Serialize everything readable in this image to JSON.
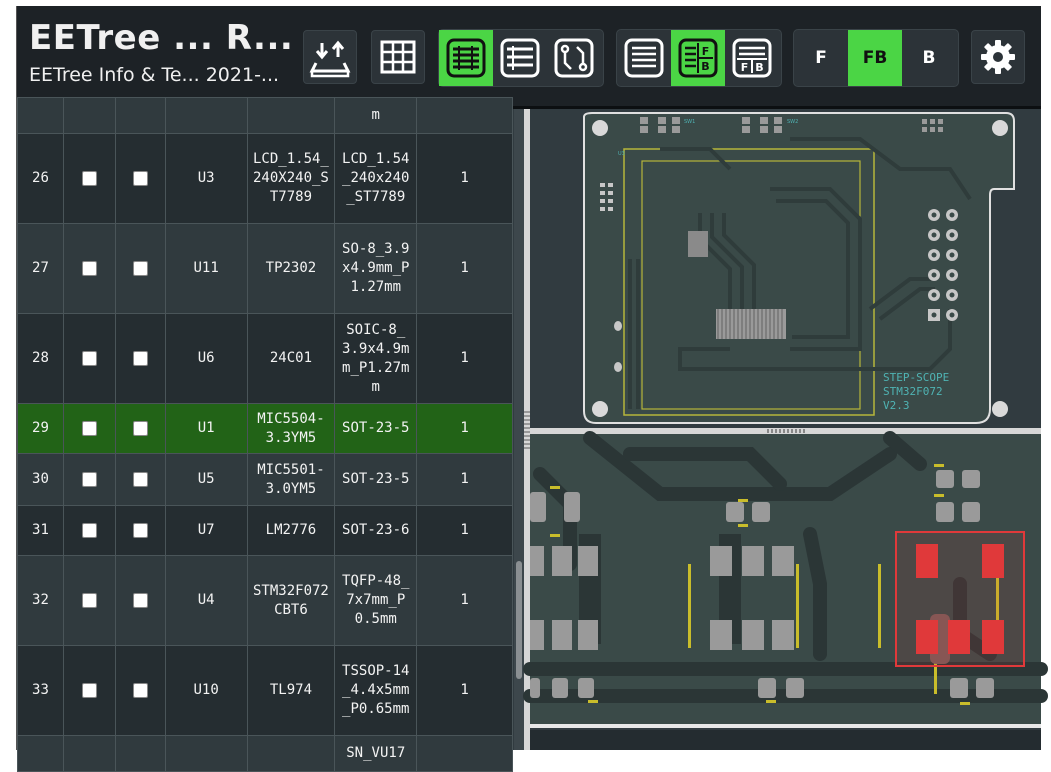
{
  "header": {
    "title": "EETree ... R...",
    "subtitle": "EETree Info & Te... 2021-..."
  },
  "toolbar": {
    "buttons": [
      {
        "name": "upload-button",
        "icon": "file-upload-icon"
      },
      {
        "name": "grid-button",
        "icon": "grid-icon"
      }
    ],
    "layout_group": [
      {
        "name": "bom-only",
        "icon": "bom-only-icon",
        "active": true
      },
      {
        "name": "bom-left-drawings-right",
        "icon": "bom-left-icon",
        "active": false
      },
      {
        "name": "pcb-only",
        "icon": "pcb-only-icon",
        "active": false
      }
    ],
    "bom_mode_group": [
      {
        "name": "bom-list",
        "icon": "list-icon",
        "active": false
      },
      {
        "name": "bom-fb-split",
        "icon": "fb-split-icon",
        "active": true,
        "letters": [
          "F",
          "B"
        ]
      },
      {
        "name": "bom-fb-stacked",
        "icon": "fb-stacked-icon",
        "active": false,
        "letters": [
          "F",
          "B"
        ]
      }
    ],
    "layer_group": [
      {
        "label": "F",
        "active": false
      },
      {
        "label": "FB",
        "active": true
      },
      {
        "label": "B",
        "active": false
      }
    ],
    "settings_icon": "gear-icon"
  },
  "bom": {
    "rows": [
      {
        "index": "",
        "ref": "",
        "value": "",
        "footprint": "m",
        "qty": "",
        "style": "odd"
      },
      {
        "index": "26",
        "ref": "U3",
        "value": "LCD_1.54_240X240_ST7789",
        "footprint": "LCD_1.54_240x240_ST7789",
        "qty": "1",
        "style": "even"
      },
      {
        "index": "27",
        "ref": "U11",
        "value": "TP2302",
        "footprint": "SO-8_3.9x4.9mm_P1.27mm",
        "qty": "1",
        "style": "odd"
      },
      {
        "index": "28",
        "ref": "U6",
        "value": "24C01",
        "footprint": "SOIC-8_3.9x4.9mm_P1.27mm",
        "qty": "1",
        "style": "even"
      },
      {
        "index": "29",
        "ref": "U1",
        "value": "MIC5504-3.3YM5",
        "footprint": "SOT-23-5",
        "qty": "1",
        "style": "highlight"
      },
      {
        "index": "30",
        "ref": "U5",
        "value": "MIC5501-3.0YM5",
        "footprint": "SOT-23-5",
        "qty": "1",
        "style": "odd"
      },
      {
        "index": "31",
        "ref": "U7",
        "value": "LM2776",
        "footprint": "SOT-23-6",
        "qty": "1",
        "style": "even"
      },
      {
        "index": "32",
        "ref": "U4",
        "value": "STM32F072CBT6",
        "footprint": "TQFP-48_7x7mm_P0.5mm",
        "qty": "1",
        "style": "odd"
      },
      {
        "index": "33",
        "ref": "U10",
        "value": "TL974",
        "footprint": "TSSOP-14_4.4x5mm_P0.65mm",
        "qty": "1",
        "style": "even"
      },
      {
        "index": "",
        "ref": "",
        "value": "",
        "footprint": "SN_VU17",
        "qty": "",
        "style": "odd"
      }
    ]
  },
  "pcb_front": {
    "silk_text": [
      "STEP-SCOPE",
      "STM32F072",
      "V2.3"
    ],
    "labels": [
      "SW1",
      "SW2",
      "U3"
    ]
  },
  "colors": {
    "accent": "#4bd545",
    "topbar": "#1d2226",
    "board": "#3a4a48",
    "highlight_row": "#226317",
    "highlight_pad": "#e0393a",
    "silk": "#4fb3b3",
    "outline": "#c0c430"
  }
}
